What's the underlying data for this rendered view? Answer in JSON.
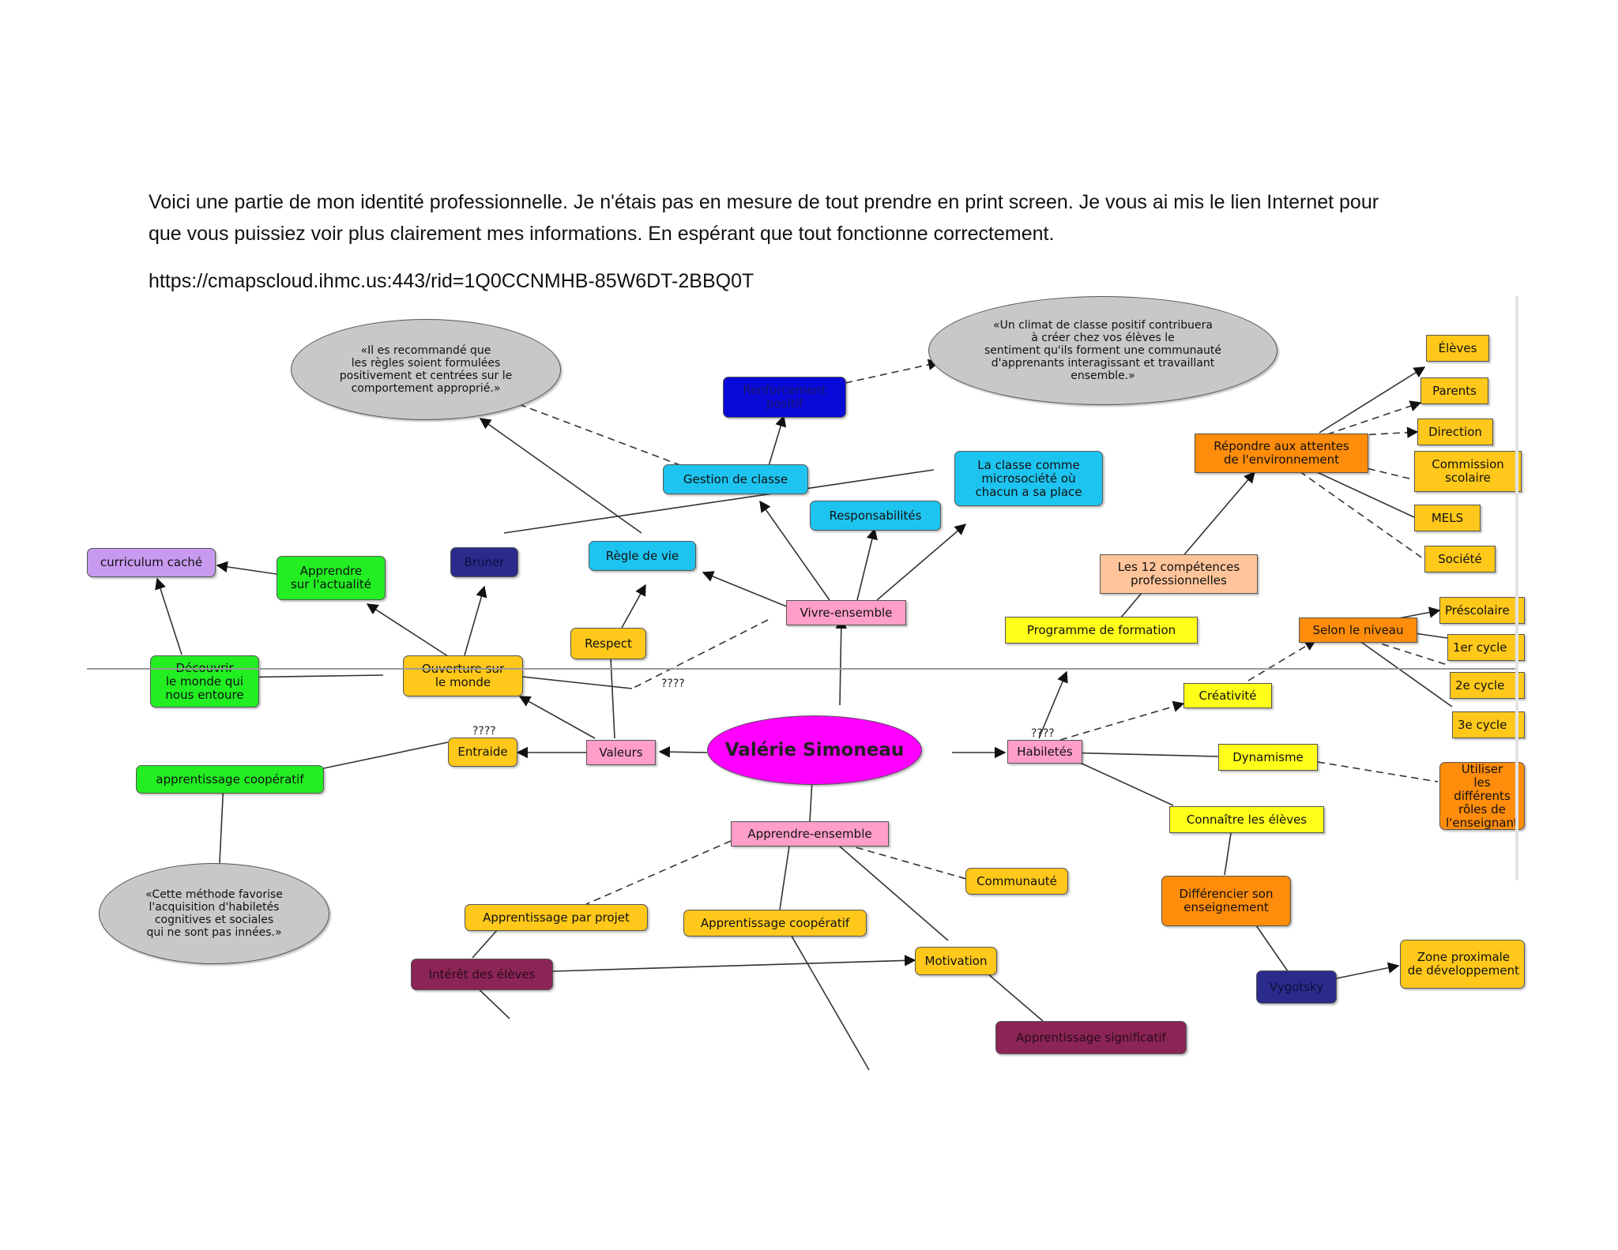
{
  "page": {
    "intro_line1": "Voici une partie de mon identité professionnelle. Je n'étais pas en mesure de tout prendre en print screen. Je vous ai mis le lien Internet  pour",
    "intro_line2": "que vous puissiez voir plus clairement mes informations. En espérant que tout fonctionne correctement.",
    "link": "https://cmapscloud.ihmc.us:443/rid=1Q0CCNMHB-85W6DT-2BBQ0T"
  },
  "concept_map": {
    "center": "Valérie Simoneau",
    "nodes": {
      "quote_regles": "«Il es recommandé que\nles règles soient formulées\npositivement et centrées sur le\ncomportement approprié.»",
      "quote_climat": "«Un climat de classe positif contribuera\nà créer chez vos élèves le\nsentiment qu'ils forment une communauté\nd'apprenants interagissant et travaillant\nensemble.»",
      "quote_methode": "«Cette méthode favorise\nl'acquisition d'habiletés\ncognitives et sociales\nqui ne sont pas innées.»",
      "renforcement": "Renforcement\npositif",
      "gestion": "Gestion de classe",
      "classe_micro": "La classe comme\nmicrosociété où\nchacun a sa place",
      "responsabilites": "Responsabilités",
      "regle_vie": "Règle de vie",
      "bruner": "Bruner",
      "curriculum": "curriculum caché",
      "apprendre_actualite": "Apprendre\nsur l'actualité",
      "decouvrir": "Découvrir\nle monde qui\nnous entoure",
      "ouverture": "Ouverture sur\nle monde",
      "respect": "Respect",
      "vivre": "Vivre-ensemble",
      "entraide": "Entraide",
      "valeurs": "Valeurs",
      "coop_green": "apprentissage coopératif",
      "apprendre_ensemble": "Apprendre-ensemble",
      "projet": "Apprentissage par projet",
      "coop_yellow": "Apprentissage coopératif",
      "communaute": "Communauté",
      "motivation": "Motivation",
      "interet": "Intérêt des élèves",
      "significatif": "Apprentissage significatif",
      "habiletes": "Habiletés",
      "programme": "Programme de formation",
      "competences": "Les 12 compétences\nprofessionnelles",
      "repondre": "Répondre aux attentes\nde l'environnement",
      "eleves": "Élèves",
      "parents": "Parents",
      "direction": "Direction",
      "commission": "Commission\nscolaire",
      "mels": "MELS",
      "societe": "Société",
      "creativite": "Créativité",
      "selon_niveau": "Selon le niveau",
      "prescolaire": "Préscolaire",
      "cycle1": "1er cycle",
      "cycle2": "2e cycle",
      "cycle3": "3e cycle",
      "dynamisme": "Dynamisme",
      "utiliser": "Utiliser\nles différents\nrôles de\nl'enseignant",
      "connaitre": "Connaître les élèves",
      "differencier": "Différencier son\nenseignement",
      "vygotsky": "Vygotsky",
      "zone": "Zone proximale\nde développement"
    },
    "link_labels": {
      "q1": "????",
      "q2": "????",
      "q3": "????"
    },
    "colors": {
      "magenta": "#ff00ff",
      "pink": "#ff9ec8",
      "cyan": "#1ec4f0",
      "navy": "#2b2b8c",
      "blue": "#0a0ad8",
      "green": "#22ee22",
      "purple": "#c79af0",
      "gold": "#ffc81a",
      "yellow": "#ffff1a",
      "orange": "#ff8c0a",
      "peach": "#ffc49a",
      "maroon": "#8b2556",
      "grey": "#c8c8c8"
    }
  }
}
